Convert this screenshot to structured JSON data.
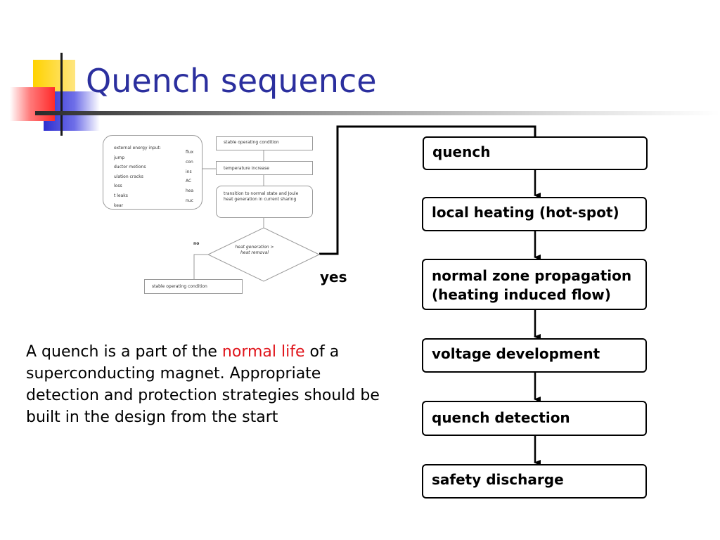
{
  "slide": {
    "title": "Quench sequence"
  },
  "mini_flowchart": {
    "external_inputs": {
      "left_column": [
        "external energy input:",
        "jump",
        "ductor motions",
        "ulation cracks",
        "loss",
        "t leaks",
        "kear"
      ],
      "right_column": [
        "flux",
        "con",
        "ins",
        "AC",
        "hea",
        "nuc"
      ]
    },
    "stable_operating_condition_top": "stable operating condition",
    "temperature_increase": "temperature increase",
    "transition": "transition to normal state and Joule heat generation in current sharing",
    "decision": "heat generation > heat removal",
    "no_label": "no",
    "stable_operating_condition_bottom": "stable operating condition"
  },
  "main_flow": {
    "yes_label": "yes",
    "steps": [
      {
        "lines": [
          "quench"
        ]
      },
      {
        "lines": [
          "local heating (hot-spot)"
        ]
      },
      {
        "lines": [
          "normal zone propagation",
          "(heating induced flow)"
        ]
      },
      {
        "lines": [
          "voltage development"
        ]
      },
      {
        "lines": [
          "quench detection"
        ]
      },
      {
        "lines": [
          "safety discharge"
        ]
      }
    ]
  },
  "body": {
    "text_before": "A quench is a part of the ",
    "highlight": "normal life",
    "text_after": " of a superconducting magnet. Appropriate detection and protection strategies should be built in the design from the start",
    "highlight_color": "#e0141b"
  },
  "colors": {
    "title": "#2b2f9e",
    "deco_yellow": "#ffd200",
    "deco_red": "#ff3c3c",
    "deco_blue": "#3b3bd6"
  }
}
